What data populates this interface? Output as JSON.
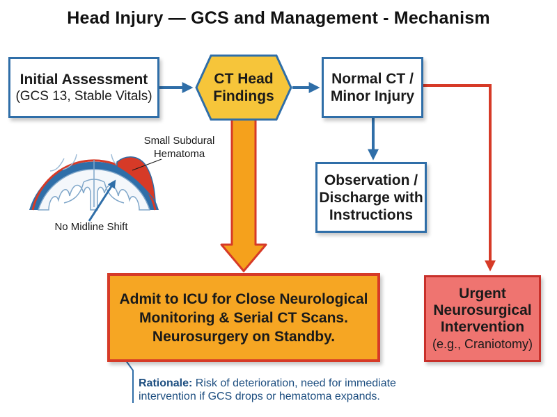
{
  "title": "Head Injury — GCS and Management - Mechanism",
  "nodes": {
    "initial": {
      "title": "Initial Assessment",
      "detail": "(GCS 13, Stable Vitals)"
    },
    "ct_head": {
      "line1": "CT Head",
      "line2": "Findings"
    },
    "normal_ct": {
      "line1": "Normal CT /",
      "line2": "Minor Injury"
    },
    "observation": {
      "line1": "Observation /",
      "line2": "Discharge with",
      "line3": "Instructions"
    },
    "admit": {
      "line1": "Admit to ICU for Close Neurological",
      "line2": "Monitoring & Serial CT Scans.",
      "line3": "Neurosurgery on Standby."
    },
    "urgent": {
      "line1": "Urgent",
      "line2": "Neurosurgical",
      "line3": "Intervention",
      "detail": "(e.g., Craniotomy)"
    }
  },
  "annotations": {
    "hematoma": {
      "line1": "Small Subdural",
      "line2": "Hematoma"
    },
    "midline": "No Midline Shift"
  },
  "rationale": {
    "label": "Rationale:",
    "text": "Risk of deterioration, need for immediate",
    "text2": "intervention if GCS drops or hematoma expands."
  },
  "colors": {
    "blue_border": "#2f6ea8",
    "hex_fill": "#f6c53a",
    "orange_arrow": "#f5a11c",
    "admit_fill": "#f6a623",
    "red": "#d63a27",
    "urgent_fill": "#ef7470",
    "rationale_text": "#1d4e80"
  },
  "icons": [
    "brain-cross-section-icon"
  ]
}
